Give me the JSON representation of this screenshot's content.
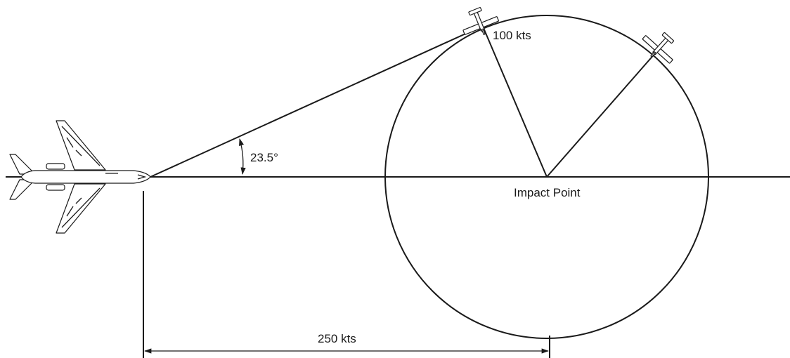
{
  "labels": {
    "angle": "23.5°",
    "impact_point": "Impact Point",
    "small_aircraft_speed": "100 kts",
    "jet_speed": "250 kts"
  }
}
